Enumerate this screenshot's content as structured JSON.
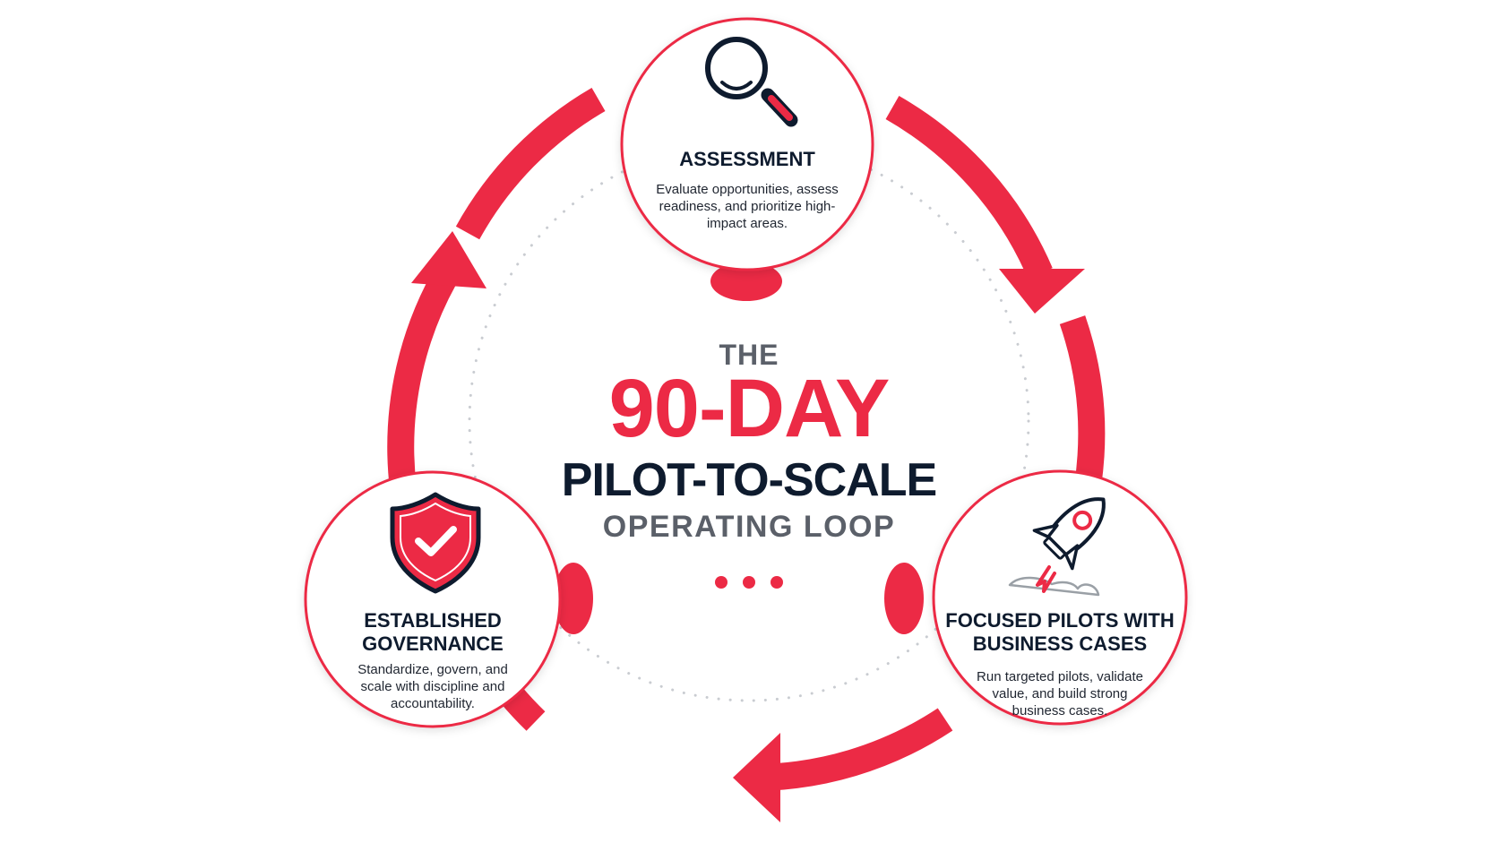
{
  "title": {
    "the": "THE",
    "main": "90-DAY",
    "sub": "PILOT-TO-SCALE",
    "tag": "OPERATING LOOP"
  },
  "stages": [
    {
      "title": "ASSESSMENT",
      "description": "Evaluate opportunities, assess readiness, and prioritize high-impact areas.",
      "icon": "magnifying-glass-icon"
    },
    {
      "title": "FOCUSED PILOTS WITH BUSINESS CASES",
      "description": "Run targeted pilots, validate value, and build strong business cases.",
      "icon": "rocket-icon"
    },
    {
      "title": "ESTABLISHED GOVERNANCE",
      "description": "Standardize, govern, and scale with discipline and accountability.",
      "icon": "shield-check-icon"
    }
  ],
  "colors": {
    "accent": "#ec2a45",
    "dark": "#0e1b2e",
    "gray": "#5b6069"
  }
}
